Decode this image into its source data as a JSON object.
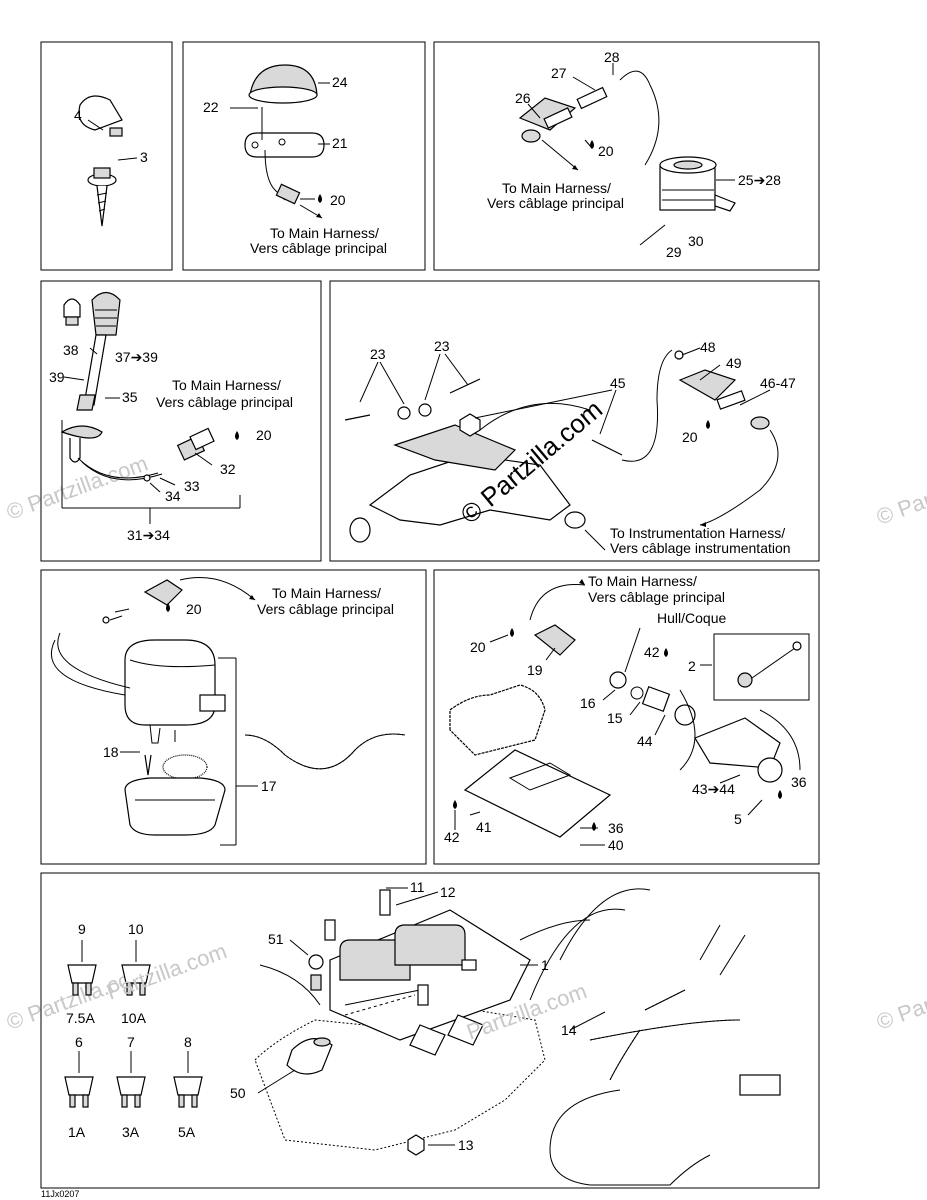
{
  "watermark": {
    "corner": "© Partzilla.com",
    "center": "© Partzilla.com",
    "inline": "Partzilla.com"
  },
  "figure_code": "11Jx0207",
  "panel1": {
    "labels": [
      "4",
      "3"
    ]
  },
  "panel2": {
    "labels": [
      "24",
      "22",
      "21",
      "20"
    ],
    "note_en": "To Main Harness/",
    "note_fr": "Vers câblage principal"
  },
  "panel3": {
    "labels": [
      "28",
      "27",
      "26",
      "20",
      "25➔28",
      "30",
      "29"
    ],
    "note_en": "To Main Harness/",
    "note_fr": "Vers câblage principal"
  },
  "panel4": {
    "labels": [
      "38",
      "37➔39",
      "39",
      "35",
      "20",
      "32",
      "33",
      "34",
      "31➔34"
    ],
    "note_en": "To Main Harness/",
    "note_fr": "Vers câblage principal"
  },
  "panel5": {
    "labels": [
      "23",
      "23",
      "45",
      "48",
      "49",
      "46-47",
      "20"
    ],
    "note_en": "To Instrumentation Harness/",
    "note_fr": "Vers câblage instrumentation"
  },
  "panel6": {
    "labels": [
      "20",
      "18",
      "17"
    ],
    "note_en": "To Main Harness/",
    "note_fr": "Vers câblage principal"
  },
  "panel7": {
    "labels": [
      "20",
      "19",
      "16",
      "15",
      "42",
      "44",
      "2",
      "36",
      "43➔44",
      "5",
      "42",
      "41",
      "36",
      "40"
    ],
    "note_en": "To Main Harness/",
    "note_fr": "Vers câblage principal",
    "hull": "Hull/Coque"
  },
  "panel8": {
    "labels": [
      "11",
      "12",
      "51",
      "1",
      "14",
      "50",
      "13"
    ],
    "fuses": [
      {
        "num": "9",
        "rating": "7.5A"
      },
      {
        "num": "10",
        "rating": "10A"
      },
      {
        "num": "6",
        "rating": "1A"
      },
      {
        "num": "7",
        "rating": "3A"
      },
      {
        "num": "8",
        "rating": "5A"
      }
    ]
  }
}
